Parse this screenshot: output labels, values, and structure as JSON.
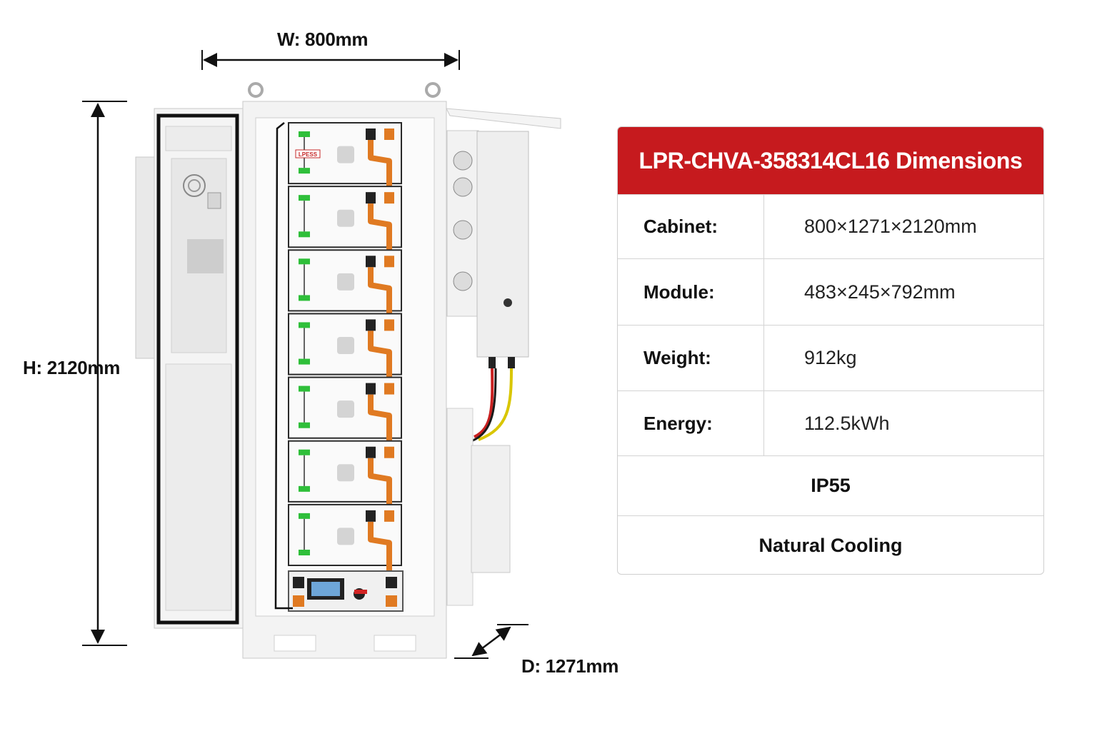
{
  "dimensions": {
    "width_label": "W: 800mm",
    "height_label": "H: 2120mm",
    "depth_label": "D: 1271mm"
  },
  "cabinet": {
    "brand_label": "LPESS",
    "battery_modules": 7
  },
  "spec_table": {
    "title": "LPR-CHVA-358314CL16 Dimensions",
    "rows": [
      {
        "key": "Cabinet:",
        "value": "800×1271×2120mm"
      },
      {
        "key": "Module:",
        "value": "483×245×792mm"
      },
      {
        "key": "Weight:",
        "value": "912kg"
      },
      {
        "key": "Energy:",
        "value": "112.5kWh"
      }
    ],
    "full_rows": [
      "IP55",
      "Natural Cooling"
    ]
  },
  "colors": {
    "header_red": "#c61a1e",
    "cable_orange": "#e07a22",
    "connector_green": "#2fbf3a",
    "cabinet_grey": "#f1f1f1"
  }
}
